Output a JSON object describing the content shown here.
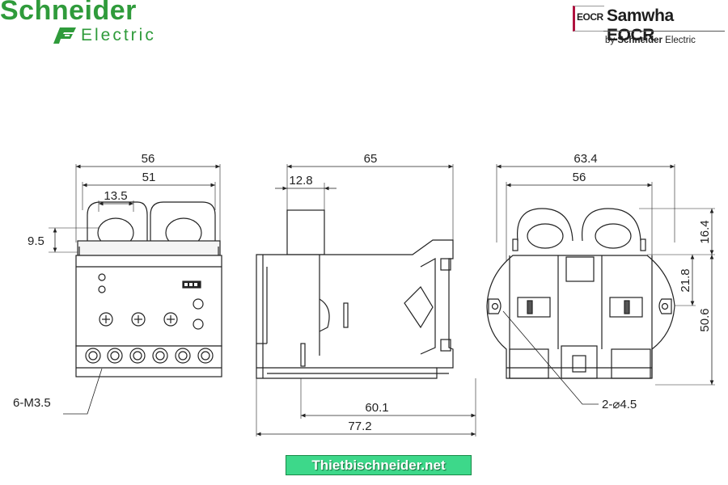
{
  "logos": {
    "schneider": {
      "word": "Schneider",
      "sub": "Electric",
      "color": "#2f9b3b"
    },
    "samwha": {
      "mini": "EOCR",
      "brand": "Samwha EOCR",
      "by": "by",
      "by_brand": "Schneider",
      "by_sub": "Electric",
      "accent": "#b0123f"
    }
  },
  "dimensions": {
    "front": {
      "overall_width": "56",
      "terminal_width": "51",
      "hole_width": "13.5",
      "hole_height": "9.5",
      "screw_callout": "6-M3.5"
    },
    "side": {
      "depth": "65",
      "top_offset": "12.8",
      "base_depth": "60.1",
      "overall_depth": "77.2"
    },
    "rear": {
      "overall_width": "63.4",
      "hole_spacing": "56",
      "top_height": "16.4",
      "mid_height": "21.8",
      "total_height": "50.6",
      "mount_holes": "2-⌀4.5"
    }
  },
  "footer": {
    "website": "Thietbischneider.net",
    "bg": "#3dd88a"
  }
}
